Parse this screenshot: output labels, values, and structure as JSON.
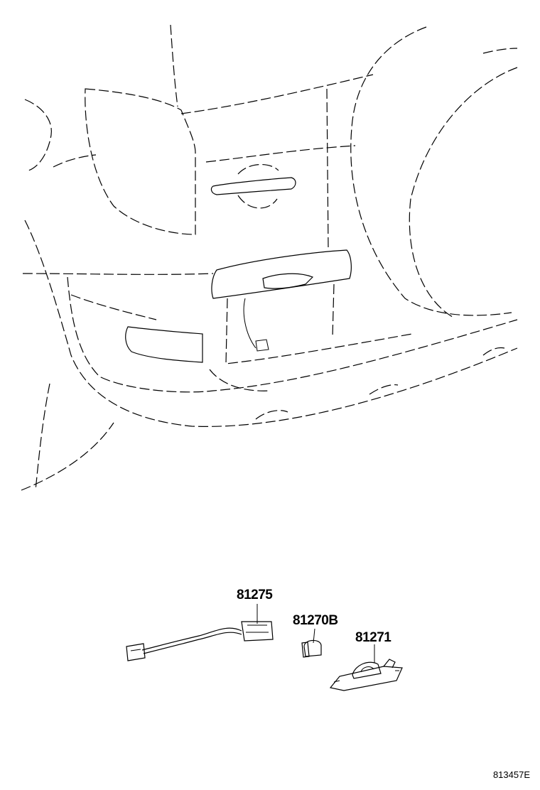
{
  "parts": [
    {
      "number": "81275"
    },
    {
      "number": "81270B"
    },
    {
      "number": "81271"
    }
  ],
  "diagram_id": "813457E"
}
